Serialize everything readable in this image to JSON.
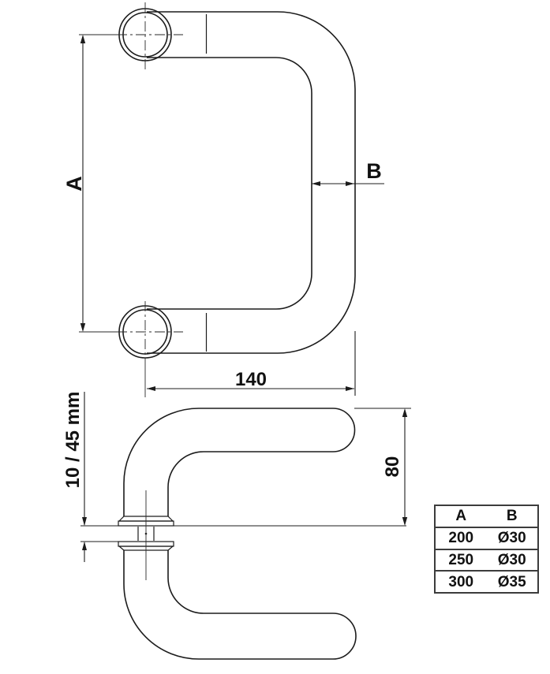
{
  "front_view": {
    "label_a": "A",
    "label_b": "B",
    "dim_width": "140"
  },
  "side_view": {
    "dim_thickness": "10 / 45 mm",
    "dim_projection": "80"
  },
  "size_table": {
    "headers": {
      "a": "A",
      "b": "B"
    },
    "rows": [
      {
        "a": "200",
        "b": "Ø30"
      },
      {
        "a": "250",
        "b": "Ø30"
      },
      {
        "a": "300",
        "b": "Ø35"
      }
    ]
  },
  "colors": {
    "line": "#1c1c1c",
    "table_border": "#3c3c3c",
    "background": "#ffffff"
  }
}
